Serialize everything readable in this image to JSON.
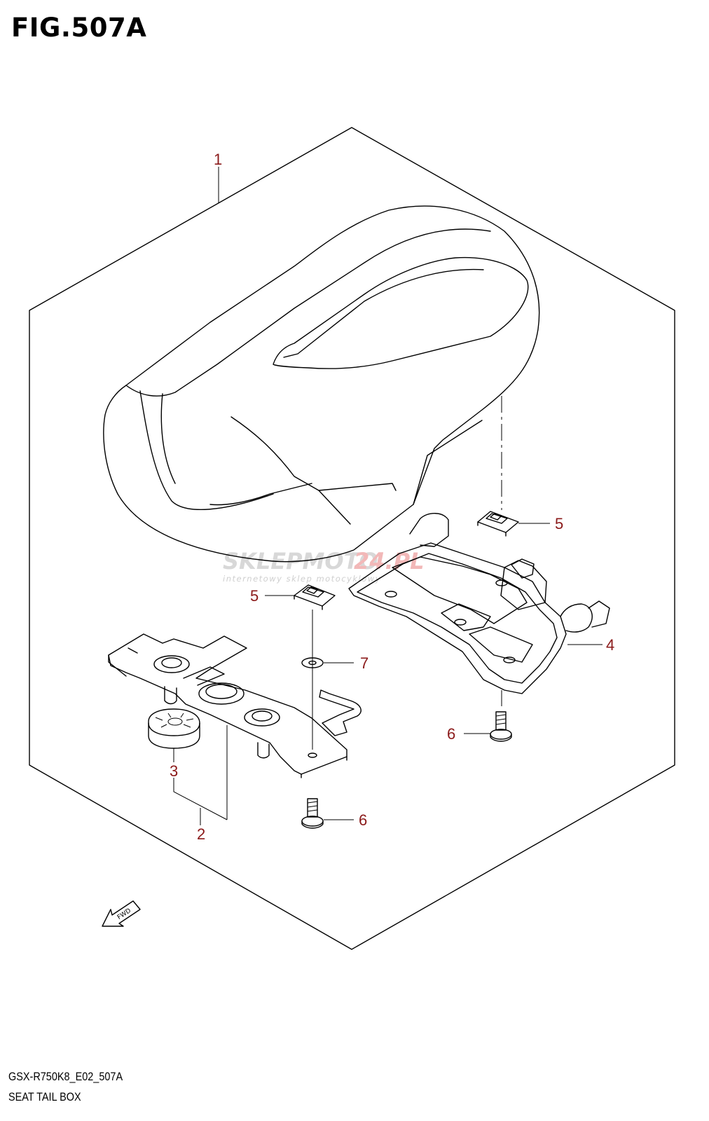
{
  "figure": {
    "title": "FIG.507A",
    "model_code": "GSX-R750K8_E02_507A",
    "name": "SEAT TAIL BOX"
  },
  "watermark": {
    "brand_a": "SKLEPMOTO",
    "brand_b": "24.PL",
    "tagline": "internetowy sklep motocyklowy"
  },
  "fwd_label": "FWD",
  "callouts": {
    "c1": "1",
    "c2": "2",
    "c3": "3",
    "c4": "4",
    "c5a": "5",
    "c5b": "5",
    "c6a": "6",
    "c6b": "6",
    "c7": "7"
  },
  "colors": {
    "callout": "#8b1a1a",
    "line": "#000000",
    "watermark": "#d8d8d8"
  }
}
